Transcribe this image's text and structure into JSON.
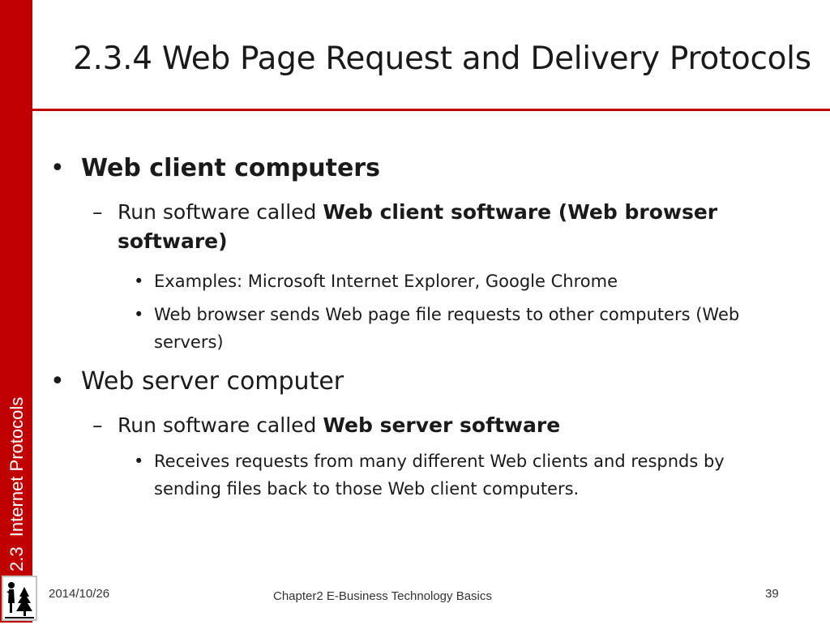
{
  "slide": {
    "title": "2.3.4 Web Page Request and Delivery Protocols",
    "sidebar_label": "2.3  Internet Protocols",
    "accent_color": "#c00000"
  },
  "content": {
    "bullets": [
      {
        "text": "Web client computers",
        "sub": {
          "prefix": "Run software called ",
          "bold": "Web client software (Web browser software)",
          "items": [
            "Examples: Microsoft Internet Explorer, Google Chrome",
            "Web browser sends Web page file requests to other computers (Web servers)"
          ]
        }
      },
      {
        "text": "Web server computer",
        "sub": {
          "prefix": "Run software called ",
          "bold": "Web server software",
          "items": [
            "Receives requests from many different Web clients and respnds by sending files back to those Web client computers."
          ]
        }
      }
    ]
  },
  "footer": {
    "date": "2014/10/26",
    "center": "Chapter2 E-Business Technology Basics",
    "page": "39"
  },
  "symbols": {
    "bullet": "•",
    "dash": "–"
  }
}
